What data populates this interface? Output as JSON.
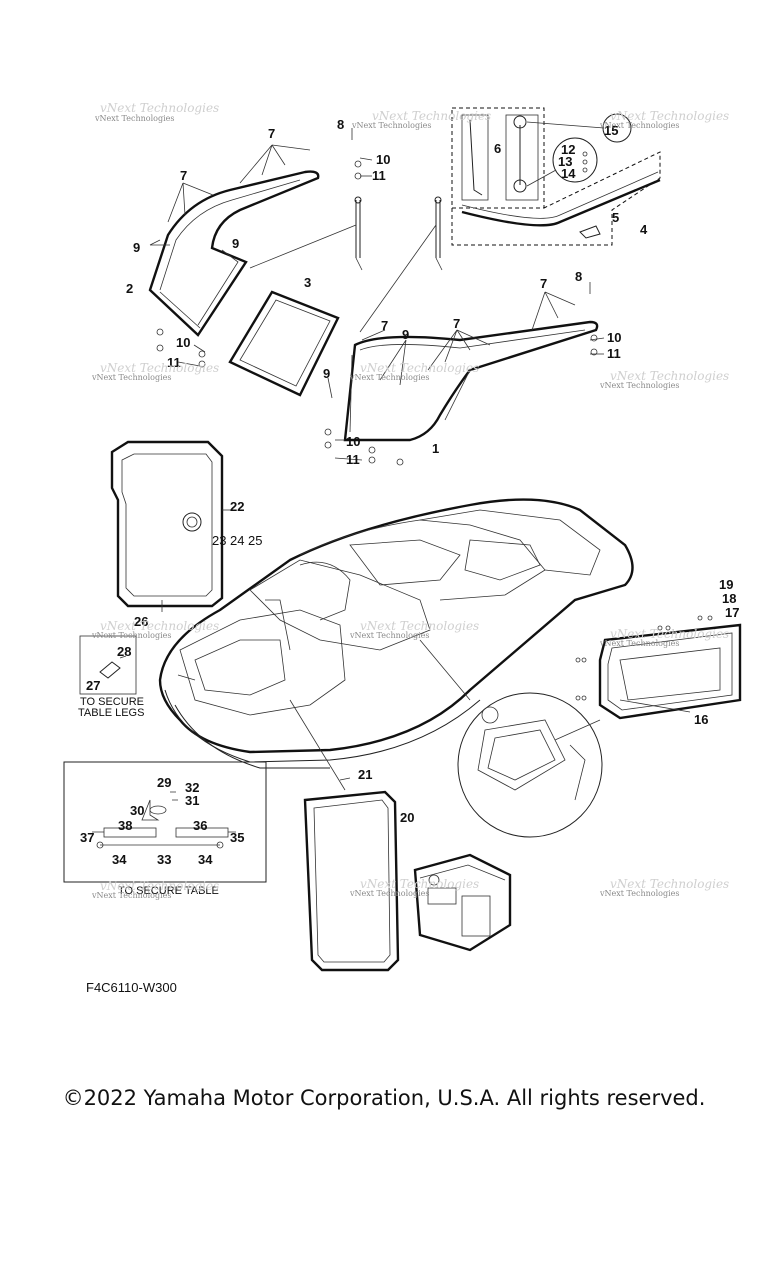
{
  "callouts": {
    "c1": "1",
    "c2": "2",
    "c3": "3",
    "c4": "4",
    "c5": "5",
    "c6": "6",
    "c7a": "7",
    "c7b": "7",
    "c7c": "7",
    "c7d": "7",
    "c7e": "7",
    "c8a": "8",
    "c8b": "8",
    "c9a": "9",
    "c9b": "9",
    "c9c": "9",
    "c9d": "9",
    "c10a": "10",
    "c10b": "10",
    "c10c": "10",
    "c10d": "10",
    "c11a": "11",
    "c11b": "11",
    "c11c": "11",
    "c11d": "11",
    "c12": "12",
    "c13": "13",
    "c14": "14",
    "c15": "15",
    "c16": "16",
    "c17": "17",
    "c18": "18",
    "c19": "19",
    "c20": "20",
    "c21": "21",
    "c22": "22",
    "c23": "23",
    "c24": "24",
    "c25": "25",
    "c26": "26",
    "c27": "27",
    "c28": "28",
    "c29": "29",
    "c30": "30",
    "c31": "31",
    "c32": "32",
    "c33": "33",
    "c34a": "34",
    "c34b": "34",
    "c35": "35",
    "c36": "36",
    "c37": "37",
    "c38": "38"
  },
  "notes": {
    "secure_table_legs_1": "TO SECURE",
    "secure_table_legs_2": "TABLE LEGS",
    "secure_table": "TO SECURE TABLE"
  },
  "watermark": "vNext Technologies",
  "figure_code": "F4C6110-W300",
  "copyright": "©2022 Yamaha Motor Corporation, U.S.A. All rights reserved."
}
